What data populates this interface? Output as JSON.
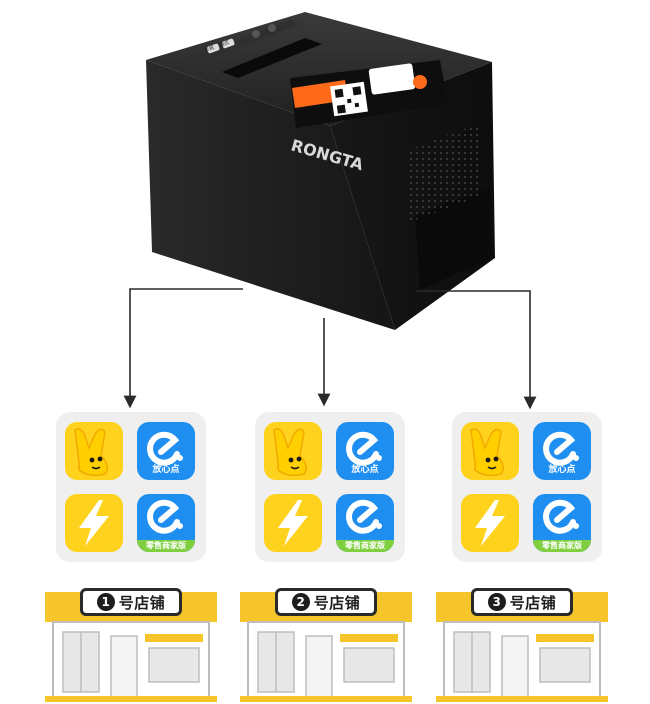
{
  "printer": {
    "brand": "RONGTA",
    "buttons": [
      "走纸",
      "模式"
    ]
  },
  "groups": [
    {
      "apps": [
        {
          "icon": "rabbit-icon",
          "label": ""
        },
        {
          "icon": "e-logo-icon",
          "label": "放心点"
        },
        {
          "icon": "lightning-icon",
          "label": ""
        },
        {
          "icon": "e-logo-icon",
          "label": "零售商家版"
        }
      ],
      "store": {
        "number": "1",
        "name": "号店铺"
      }
    },
    {
      "apps": [
        {
          "icon": "rabbit-icon",
          "label": ""
        },
        {
          "icon": "e-logo-icon",
          "label": "放心点"
        },
        {
          "icon": "lightning-icon",
          "label": ""
        },
        {
          "icon": "e-logo-icon",
          "label": "零售商家版"
        }
      ],
      "store": {
        "number": "2",
        "name": "号店铺"
      }
    },
    {
      "apps": [
        {
          "icon": "rabbit-icon",
          "label": ""
        },
        {
          "icon": "e-logo-icon",
          "label": "放心点"
        },
        {
          "icon": "lightning-icon",
          "label": ""
        },
        {
          "icon": "e-logo-icon",
          "label": "零售商家版"
        }
      ],
      "store": {
        "number": "3",
        "name": "号店铺"
      }
    }
  ],
  "colors": {
    "rabbit_yellow": "#ffd21e",
    "eleme_blue": "#1f8ef1",
    "retail_green": "#7fcf3f",
    "store_yellow": "#f6c52c",
    "store_outline": "#2a2a2a",
    "printer_body": "#1b1b1b",
    "printer_accent": "#ff6a1a"
  }
}
